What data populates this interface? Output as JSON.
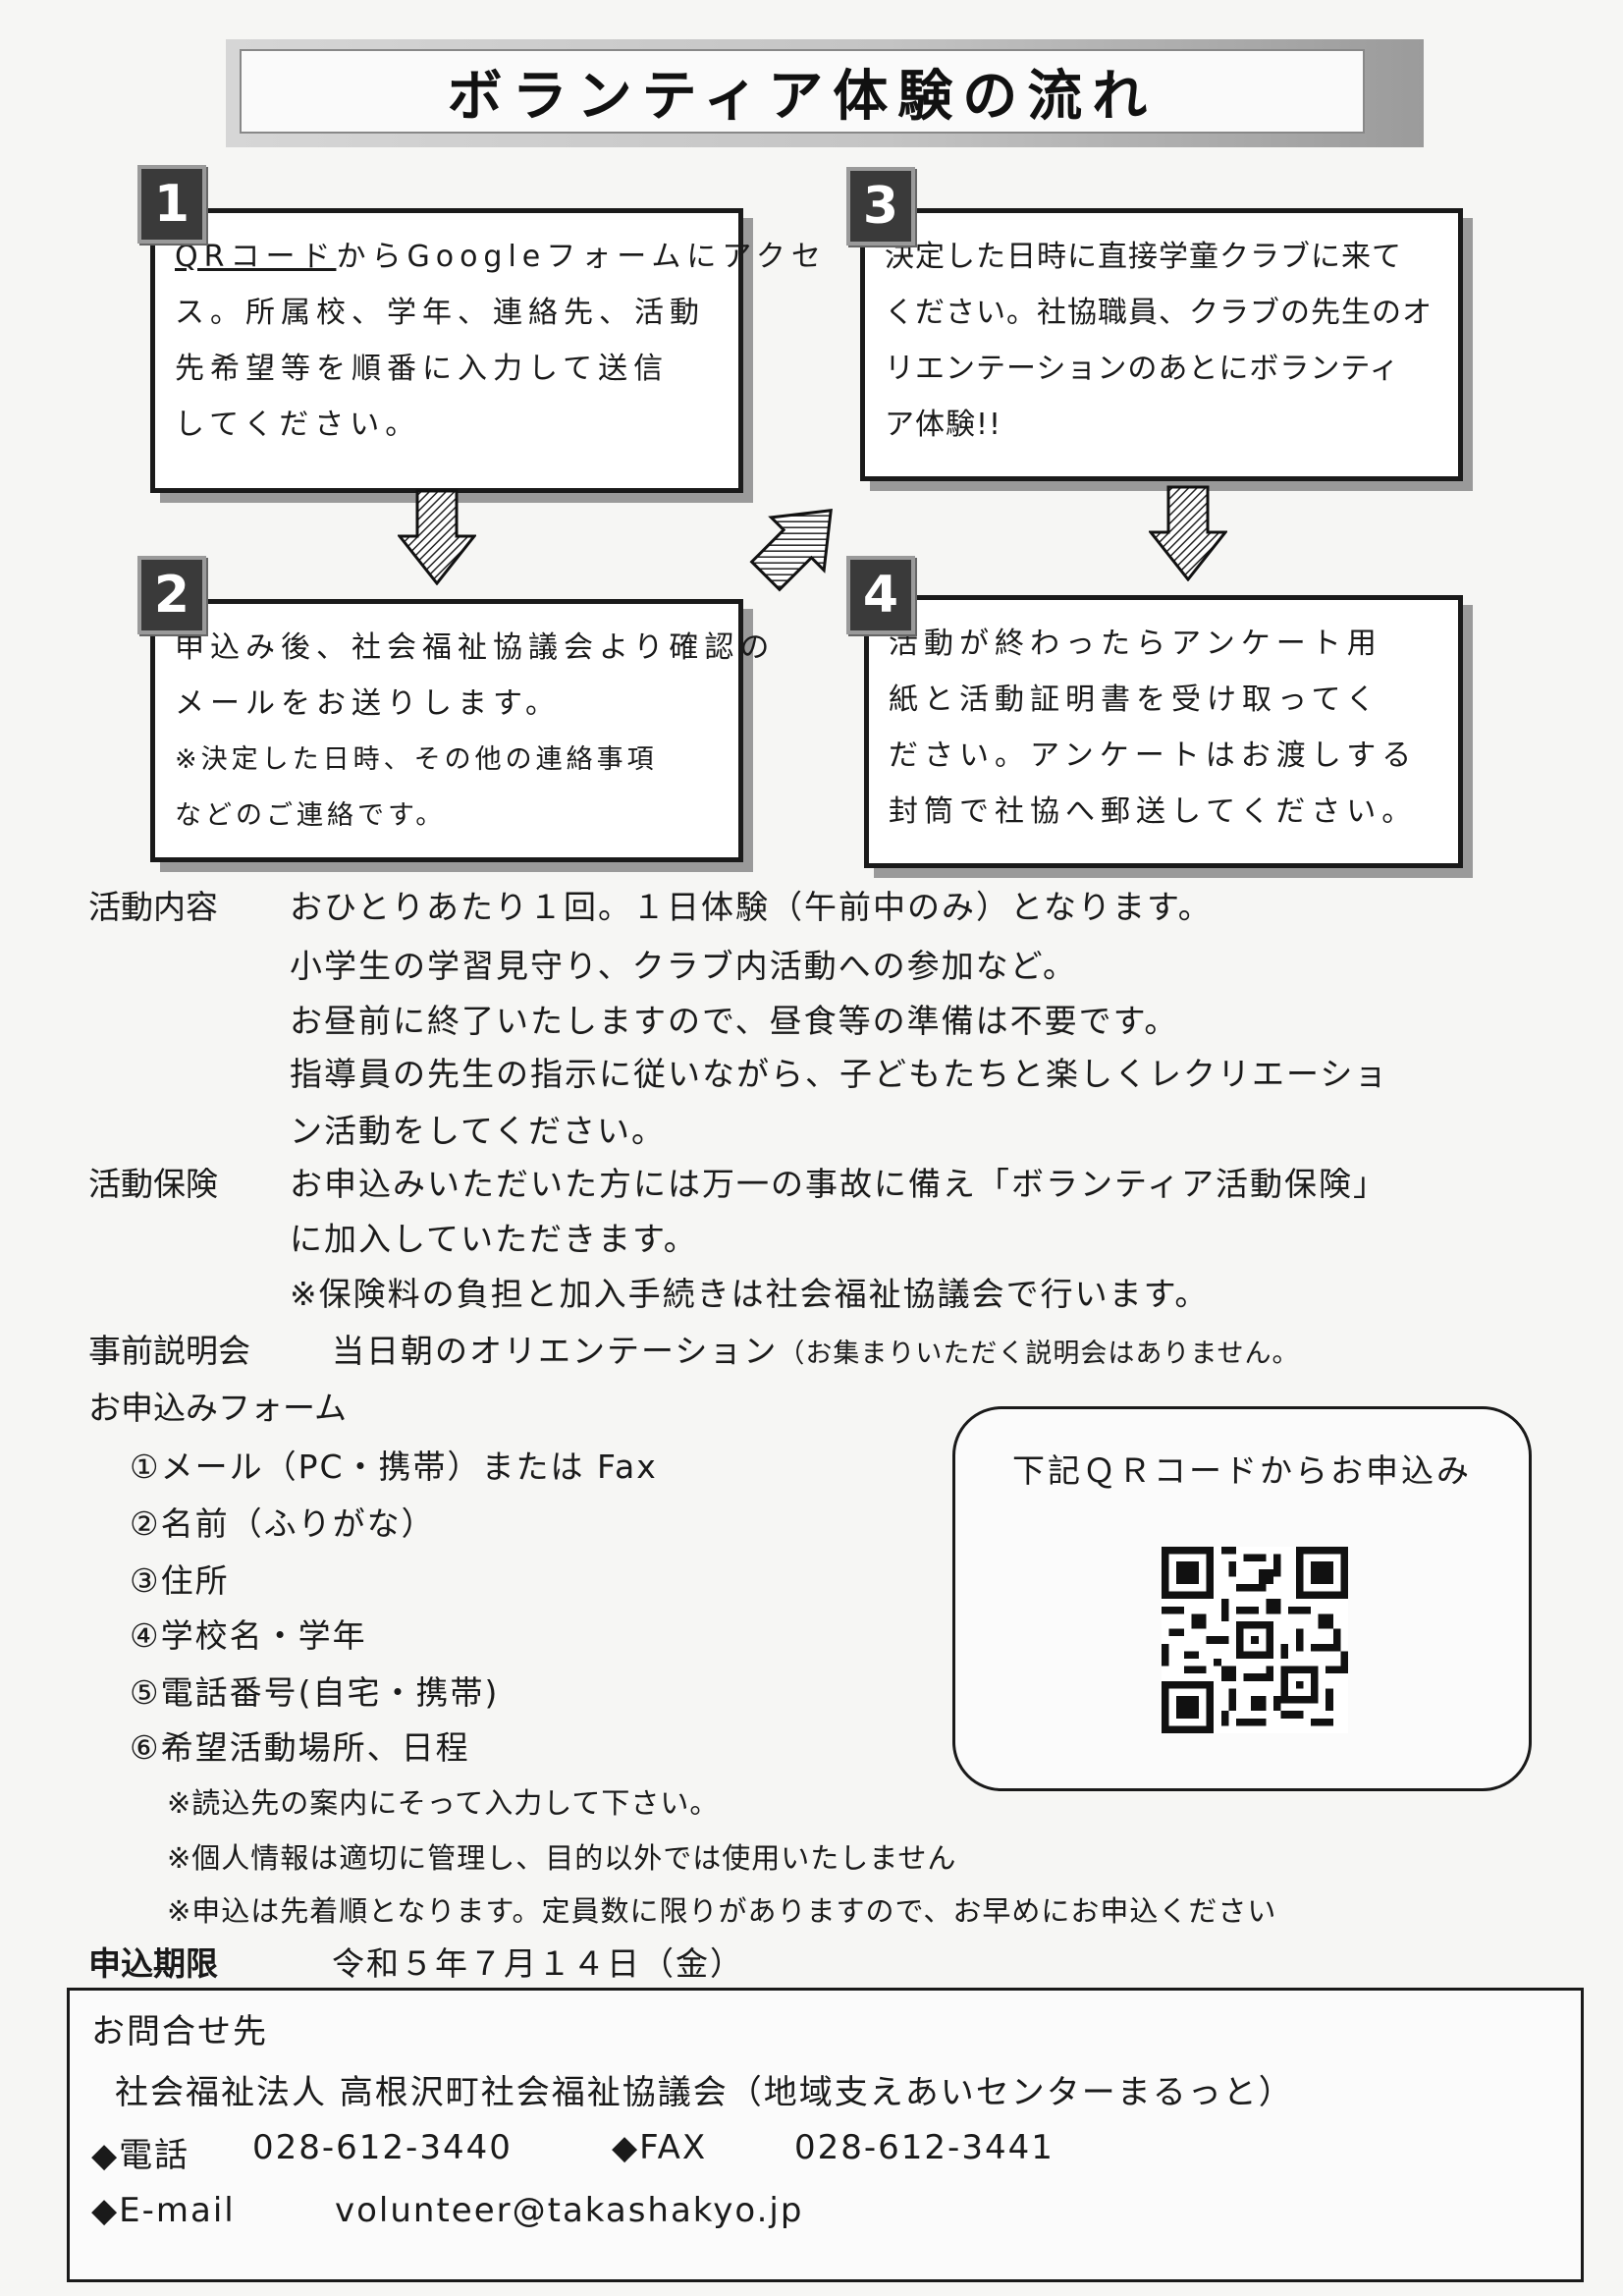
{
  "header": {
    "title": "ボランティア体験の流れ"
  },
  "steps": [
    {
      "number": "1",
      "lines": [
        "QRコードからGoogleフォームにアクセ",
        "ス。所属校、学年、連絡先、活動",
        "先希望等を順番に入力して送信",
        "してください。"
      ],
      "underlined": "QRコード",
      "line1_rest": "からGoogleフォームにアクセ"
    },
    {
      "number": "2",
      "lines": [
        "申込み後、社会福祉協議会より確認の",
        "メールをお送りします。"
      ],
      "notes": [
        "※決定した日時、その他の連絡事項",
        "などのご連絡です。"
      ]
    },
    {
      "number": "3",
      "lines": [
        "決定した日時に直接学童クラブに来て",
        "ください。社協職員、クラブの先生のオ",
        "リエンテーションのあとにボランティ",
        "ア体験!!"
      ]
    },
    {
      "number": "4",
      "lines": [
        "活動が終わったらアンケート用",
        "紙と活動証明書を受け取ってく",
        "ださい。アンケートはお渡しする",
        "封筒で社協へ郵送してください。"
      ]
    }
  ],
  "activity": {
    "label": "活動内容",
    "lines": [
      "おひとりあたり１回。１日体験（午前中のみ）となります。",
      "小学生の学習見守り、クラブ内活動への参加など。",
      "お昼前に終了いたしますので、昼食等の準備は不要です。",
      "指導員の先生の指示に従いながら、子どもたちと楽しくレクリエーショ",
      "ン活動をしてください。"
    ]
  },
  "insurance": {
    "label": "活動保険",
    "lines": [
      "お申込みいただいた方には万一の事故に備え「ボランティア活動保険」",
      "に加入していただきます。",
      "※保険料の負担と加入手続きは社会福祉協議会で行います。"
    ]
  },
  "briefing": {
    "label": "事前説明会",
    "text": "当日朝のオリエンテーション",
    "note": "（お集まりいただく説明会はありません。"
  },
  "form": {
    "label": "お申込みフォーム",
    "items": [
      "①メール（PC・携帯）または Fax",
      "②名前（ふりがな）",
      "③住所",
      "④学校名・学年",
      "⑤電話番号(自宅・携帯)",
      "⑥希望活動場所、日程"
    ],
    "notes": [
      "※読込先の案内にそって入力して下さい。",
      "※個人情報は適切に管理し、目的以外では使用いたしません",
      "※申込は先着順となります。定員数に限りがありますので、お早めにお申込ください"
    ]
  },
  "qr": {
    "title": "下記ＱＲコードからお申込み"
  },
  "deadline": {
    "label": "申込期限",
    "date": "令和５年７月１４日（金）"
  },
  "contact": {
    "heading": "お問合せ先",
    "org": "社会福祉法人 高根沢町社会福祉協議会（地域支えあいセンターまるっと）",
    "phone_label": "◆電話",
    "phone": "028-612-3440",
    "fax_label": "◆FAX",
    "fax": "028-612-3441",
    "email_label": "◆E-mail",
    "email": "volunteer@takashakyo.jp"
  }
}
